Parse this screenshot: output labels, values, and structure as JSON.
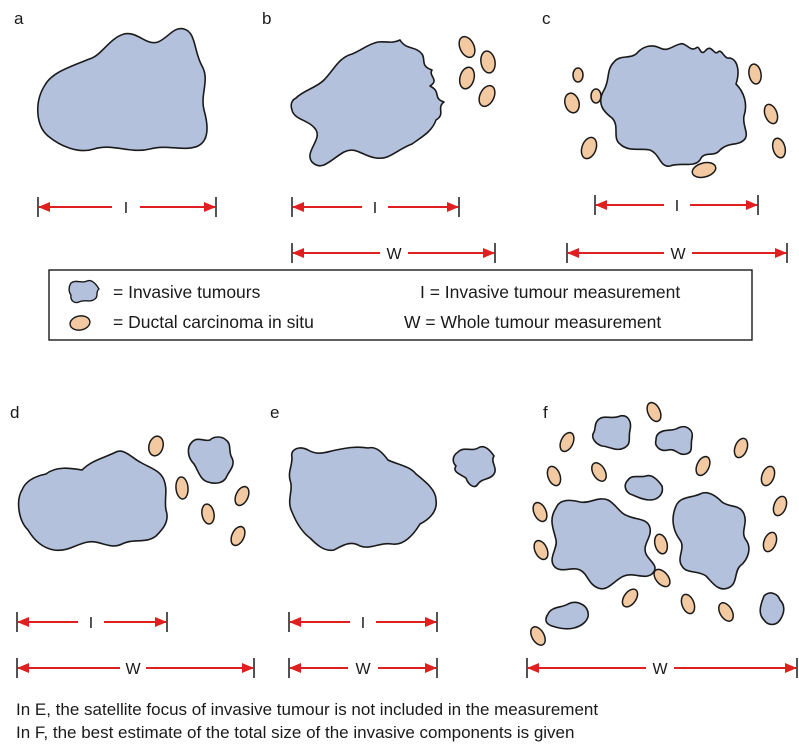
{
  "colors": {
    "invasive_fill": "#b3c1dc",
    "dcis_fill": "#f3c9a2",
    "outline": "#1a1a1a",
    "arrow": "#e02020"
  },
  "panels": [
    {
      "label": "a",
      "i_label": "I"
    },
    {
      "label": "b",
      "i_label": "I",
      "w_label": "W"
    },
    {
      "label": "c",
      "i_label": "I",
      "w_label": "W"
    },
    {
      "label": "d",
      "i_label": "I",
      "w_label": "W"
    },
    {
      "label": "e",
      "i_label": "I",
      "w_label": "W"
    },
    {
      "label": "f",
      "w_label": "W"
    }
  ],
  "legend": {
    "invasive": "= Invasive tumours",
    "dcis": "= Ductal carcinoma in situ",
    "i_def": "I = Invasive tumour measurement",
    "w_def": "W = Whole tumour measurement",
    "invasive_icon": "invasive-tumour-icon",
    "dcis_icon": "dcis-icon"
  },
  "captions": [
    "In E, the satellite focus of invasive tumour is not included in the measurement",
    "In F, the best estimate of the total size of the invasive components is given"
  ]
}
